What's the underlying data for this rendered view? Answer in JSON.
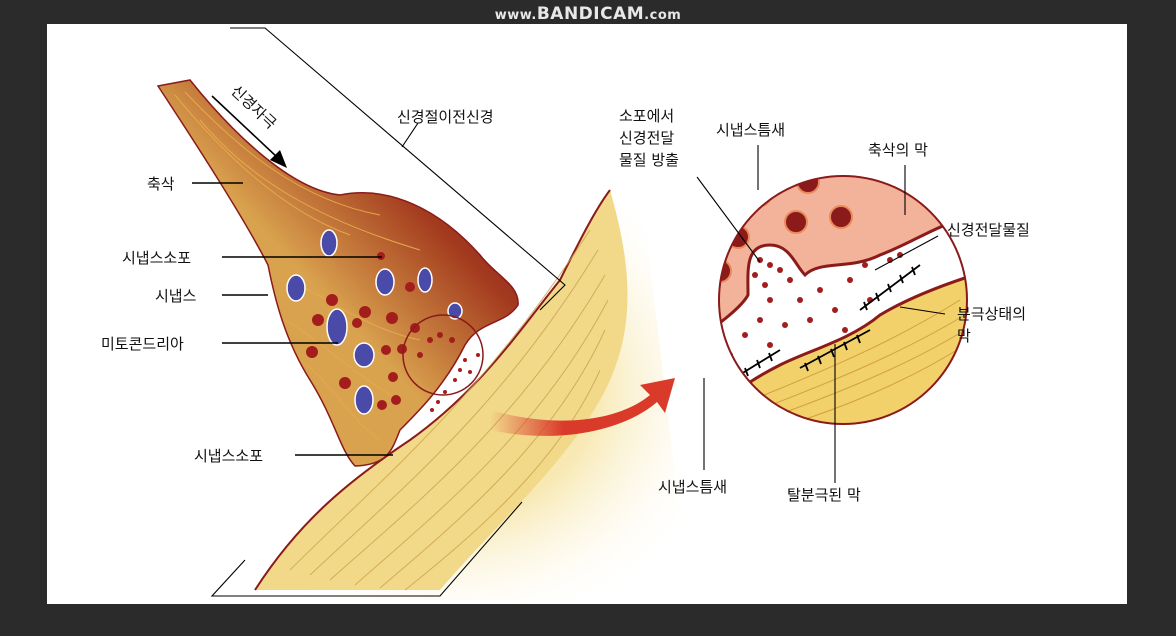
{
  "watermark": {
    "prefix": "www.",
    "brand": "BANDICAM",
    "suffix": ".com"
  },
  "labels": {
    "nerve_impulse": "신경자극",
    "presynaptic_neuron": "신경절이전신경",
    "axon": "축삭",
    "synaptic_vesicle_1": "시냅스소포",
    "synapse": "시냅스",
    "mitochondria": "미토콘드리아",
    "synaptic_vesicle_2": "시냅스소포",
    "release_line1": "소포에서",
    "release_line2": "신경전달",
    "release_line3": "물질 방출",
    "synaptic_cleft_top": "시냅스틈새",
    "axon_membrane": "축삭의 막",
    "neurotransmitter": "신경전달물질",
    "polarized_line1": "분극상태의",
    "polarized_line2": "막",
    "synaptic_cleft_bottom": "시냅스틈새",
    "depolarized_membrane": "탈분극된 막"
  },
  "colors": {
    "background": "#2b2b2b",
    "neuron": "#d9a24e",
    "dark_red": "#8b1a1a",
    "postsynaptic": "#f2d98a",
    "vesicle_membrane": "#e9a07a",
    "mitochondria": "#4a4aa8",
    "arrow": "#d93a2a"
  }
}
